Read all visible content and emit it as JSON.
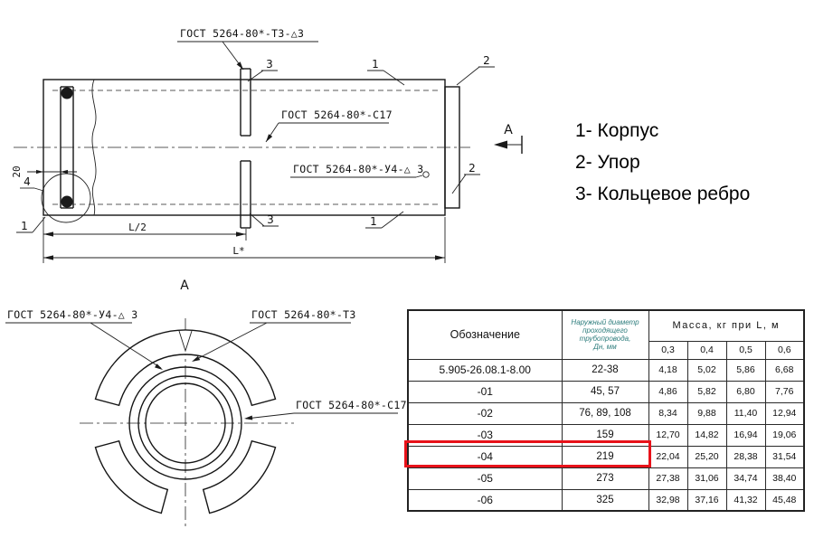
{
  "main_drawing": {
    "weld_top": "ГОСТ 5264-80*-Т3-△3",
    "weld_c17": "ГОСТ 5264-80*-С17",
    "weld_u4": "ГОСТ 5264-80*-У4-△ 3",
    "dim_20": "20",
    "dim_half": "L/2",
    "dim_full": "L*",
    "view_arrow_label": "А",
    "section_title": "А",
    "part_1": "1",
    "part_2": "2",
    "part_3": "3",
    "part_4": "4"
  },
  "legend": {
    "items": [
      "1- Корпус",
      "2- Упор",
      "3- Кольцевое ребро"
    ]
  },
  "section_view": {
    "weld_u4": "ГОСТ 5264-80*-У4-△ 3",
    "weld_t3": "ГОСТ 5264-80*-Т3",
    "weld_c17": "ГОСТ 5264-80*-С17"
  },
  "table": {
    "header": {
      "designation": "Обозначение",
      "diameter_lines": [
        "Наружный диаметр",
        "проходящего",
        "трубопровода,",
        "Дн, мм"
      ],
      "mass": "Масса, кг при L, м",
      "lengths": [
        "0,3",
        "0,4",
        "0,5",
        "0,6"
      ]
    },
    "rows": [
      {
        "designation": "5.905-26.08.1-8.00",
        "diameter": "22-38",
        "m": [
          "4,18",
          "5,02",
          "5,86",
          "6,68"
        ]
      },
      {
        "designation": "-01",
        "diameter": "45, 57",
        "m": [
          "4,86",
          "5,82",
          "6,80",
          "7,76"
        ]
      },
      {
        "designation": "-02",
        "diameter": "76, 89, 108",
        "m": [
          "8,34",
          "9,88",
          "11,40",
          "12,94"
        ]
      },
      {
        "designation": "-03",
        "diameter": "159",
        "m": [
          "12,70",
          "14,82",
          "16,94",
          "19,06"
        ]
      },
      {
        "designation": "-04",
        "diameter": "219",
        "m": [
          "22,04",
          "25,20",
          "28,38",
          "31,54"
        ]
      },
      {
        "designation": "-05",
        "diameter": "273",
        "m": [
          "27,38",
          "31,06",
          "34,74",
          "38,40"
        ]
      },
      {
        "designation": "-06",
        "diameter": "325",
        "m": [
          "32,98",
          "37,16",
          "41,32",
          "45,48"
        ]
      }
    ],
    "highlighted_row": "-04"
  },
  "colors": {
    "highlight_red": "#e8121a",
    "diameter_header_text": "#2e7d7d"
  }
}
